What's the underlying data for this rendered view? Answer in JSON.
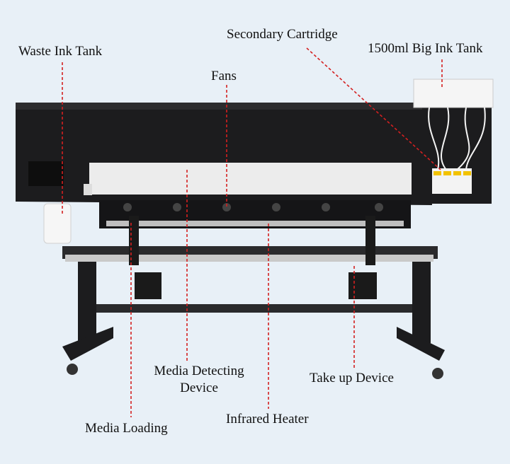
{
  "labels": {
    "waste_ink_tank": "Waste Ink Tank",
    "secondary_cartridge": "Secondary Cartridge",
    "big_ink_tank": "1500ml Big Ink Tank",
    "fans": "Fans",
    "media_detecting_line1": "Media Detecting",
    "media_detecting_line2": "Device",
    "take_up_device": "Take up Device",
    "infrared_heater": "Infrared Heater",
    "media_loading": "Media Loading"
  },
  "colors": {
    "background": "#e8f0f7",
    "printer_body": "#1c1c1e",
    "leader_line": "#d42020",
    "text": "#111111"
  }
}
